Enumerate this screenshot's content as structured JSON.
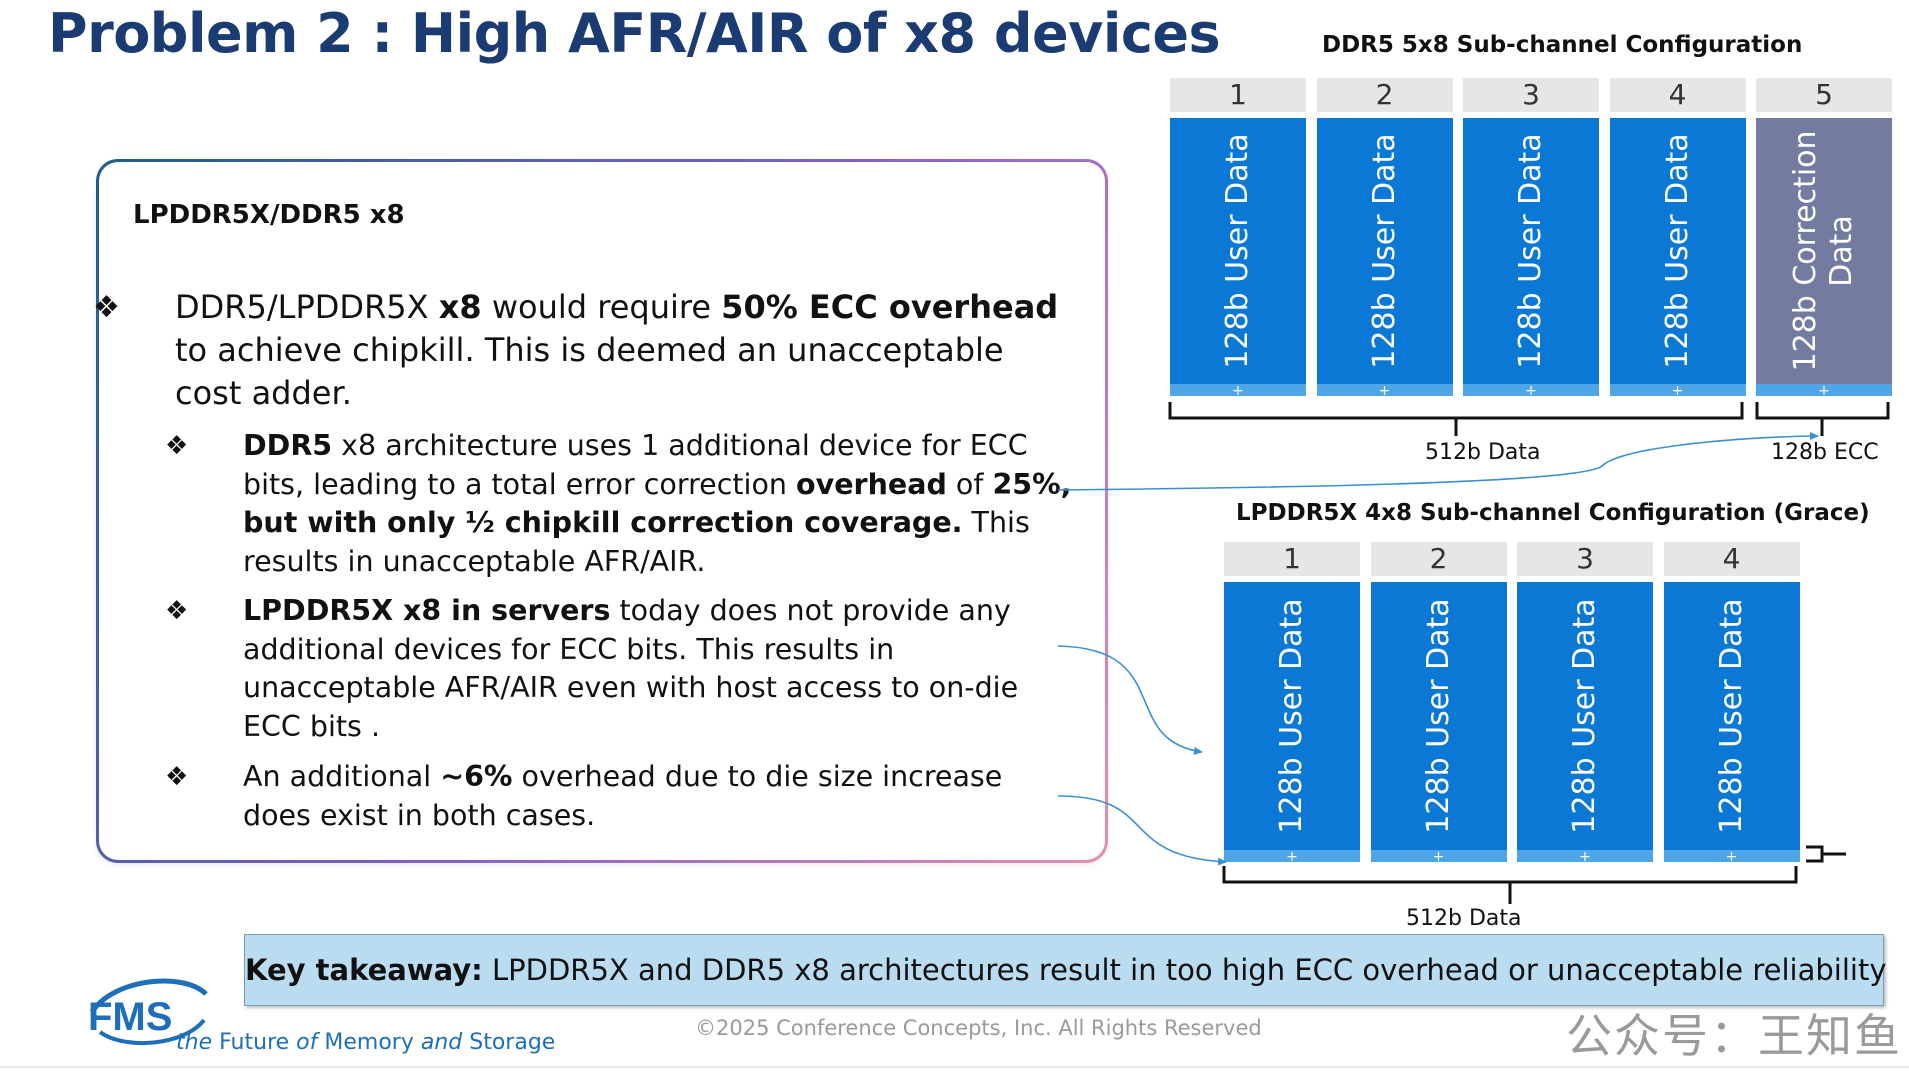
{
  "title": "Problem 2 : High AFR/AIR of x8 devices",
  "box": {
    "heading": "LPDDR5X/DDR5 x8",
    "bullet_glyph": "❖",
    "bullet1": {
      "t1": "DDR5/LPDDR5X ",
      "b1": "x8",
      "t2": " would require ",
      "b2": "50% ECC overhead",
      "t3": " to achieve chipkill.  This is deemed an unacceptable cost adder."
    },
    "bullet2": {
      "b1": "DDR5",
      "t1": " x8 architecture uses 1 additional device for ECC bits, leading to a total error correction ",
      "b2": "overhead",
      "t2": " of ",
      "b3": "25%, but with only ½ chipkill correction coverage.",
      "t3": " This results in unacceptable AFR/AIR."
    },
    "bullet3": {
      "b1": "LPDDR5X x8 in servers",
      "t1": " today does not provide any additional devices for ECC bits.  This results in unacceptable AFR/AIR even with host access to on-die ECC bits ."
    },
    "bullet4": {
      "t1": "An additional ",
      "b1": "~6%",
      "t2": " overhead due to die size increase does exist in both cases."
    }
  },
  "ddr5_config": {
    "title": "DDR5 5x8 Sub-channel Configuration",
    "columns": [
      {
        "number": "1",
        "label": "128b User Data",
        "kind": "data"
      },
      {
        "number": "2",
        "label": "128b User Data",
        "kind": "data"
      },
      {
        "number": "3",
        "label": "128b User Data",
        "kind": "data"
      },
      {
        "number": "4",
        "label": "128b User Data",
        "kind": "data"
      },
      {
        "number": "5",
        "label_line1": "128b Correction",
        "label_line2": "Data",
        "kind": "ecc"
      }
    ],
    "strip_symbol": "+",
    "data_label": "512b Data",
    "ecc_label": "128b ECC"
  },
  "lpddr5x_config": {
    "title": "LPDDR5X 4x8 Sub-channel Configuration (Grace)",
    "columns": [
      {
        "number": "1",
        "label": "128b User Data"
      },
      {
        "number": "2",
        "label": "128b User Data"
      },
      {
        "number": "3",
        "label": "128b User Data"
      },
      {
        "number": "4",
        "label": "128b User Data"
      }
    ],
    "strip_symbol": "+",
    "data_label": "512b Data"
  },
  "takeaway": {
    "bold": "Key takeaway:",
    "text": " LPDDR5X and DDR5 x8 architectures result in too high ECC overhead or unacceptable reliability"
  },
  "footer": {
    "copyright": "©2025 Conference Concepts, Inc. All Rights Reserved",
    "logo_text": "FMS",
    "tagline_1": "the ",
    "tagline_2": "Future",
    "tagline_3": " of ",
    "tagline_4": "Memory",
    "tagline_5": " and ",
    "tagline_6": "Storage",
    "watermark": "公众号：王知鱼"
  },
  "colors": {
    "title": "#1b3b73",
    "data_block": "#0a78d4",
    "ecc_block": "#747ba0",
    "strip": "#4ea6e6",
    "arrow": "#3a8fd0",
    "takeaway_bg": "#b9dcf1"
  }
}
